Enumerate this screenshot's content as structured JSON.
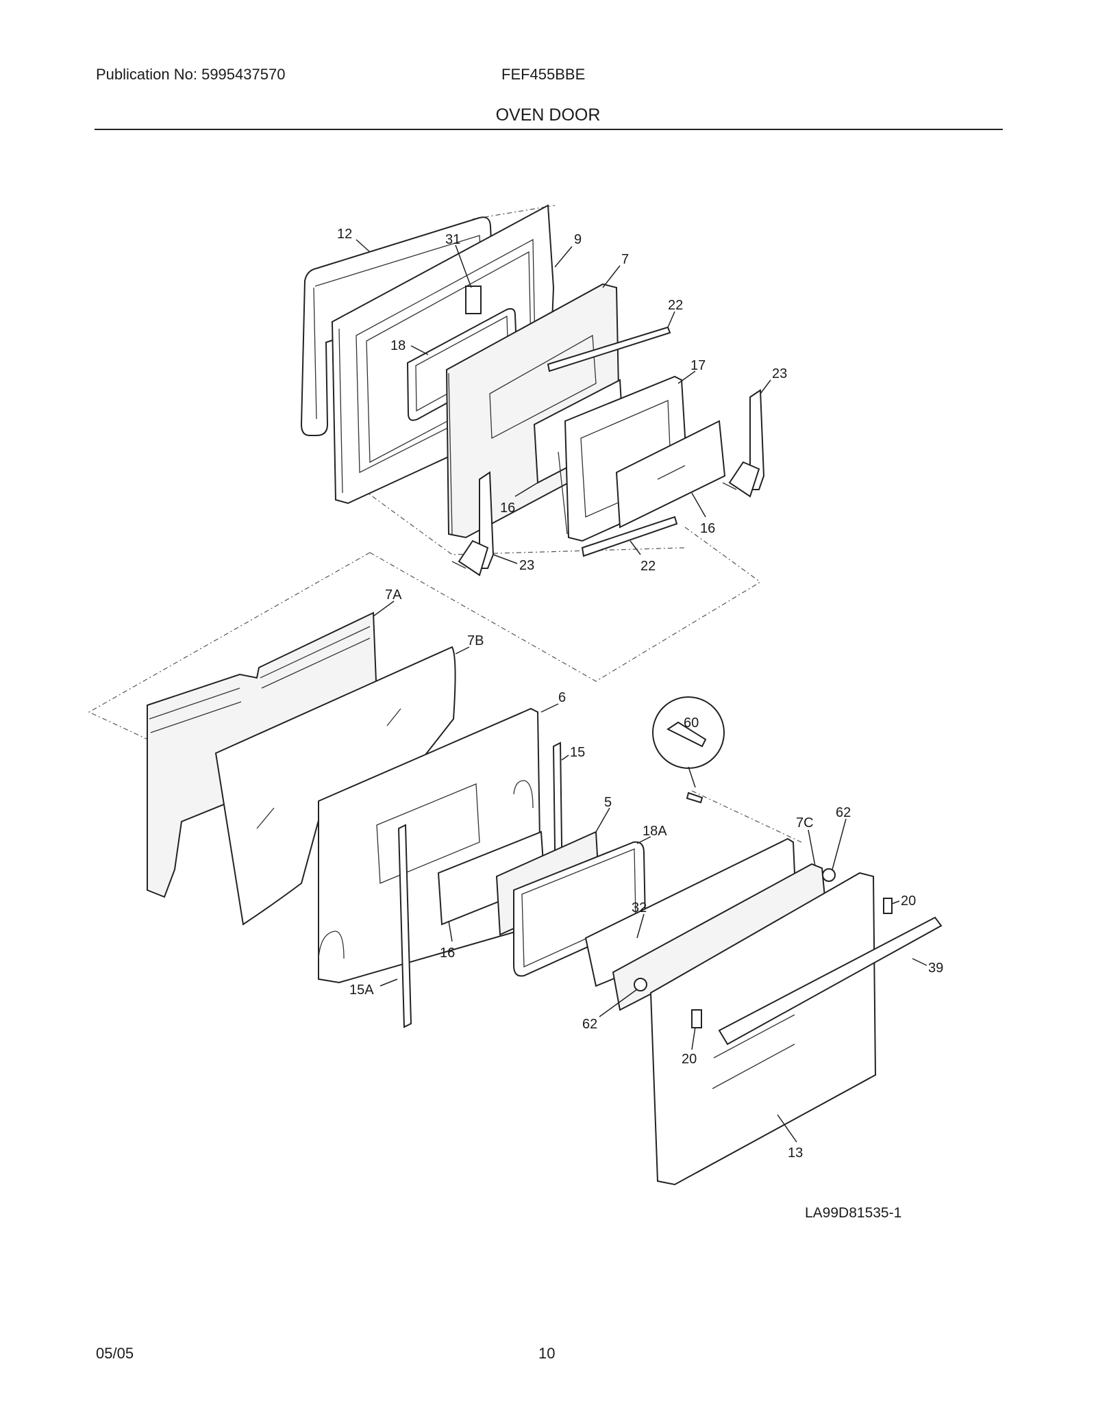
{
  "header": {
    "publication": "Publication No: 5995437570",
    "model": "FEF455BBE",
    "section_title": "OVEN DOOR"
  },
  "figure_code": "LA99D81535-1",
  "footer": {
    "date": "05/05",
    "page": "10"
  },
  "callouts": {
    "c12": "12",
    "c31": "31",
    "c9": "9",
    "c7": "7",
    "c22a": "22",
    "c17": "17",
    "c23a": "23",
    "c18": "18",
    "c16a": "16",
    "c16b": "16",
    "c23b": "23",
    "c22b": "22",
    "c7A": "7A",
    "c7B": "7B",
    "c6": "6",
    "c60": "60",
    "c15": "15",
    "c5": "5",
    "c18A": "18A",
    "c62a": "62",
    "c7C": "7C",
    "c20a": "20",
    "c32": "32",
    "c39": "39",
    "c16c": "16",
    "c15A": "15A",
    "c62b": "62",
    "c20b": "20",
    "c13": "13"
  }
}
